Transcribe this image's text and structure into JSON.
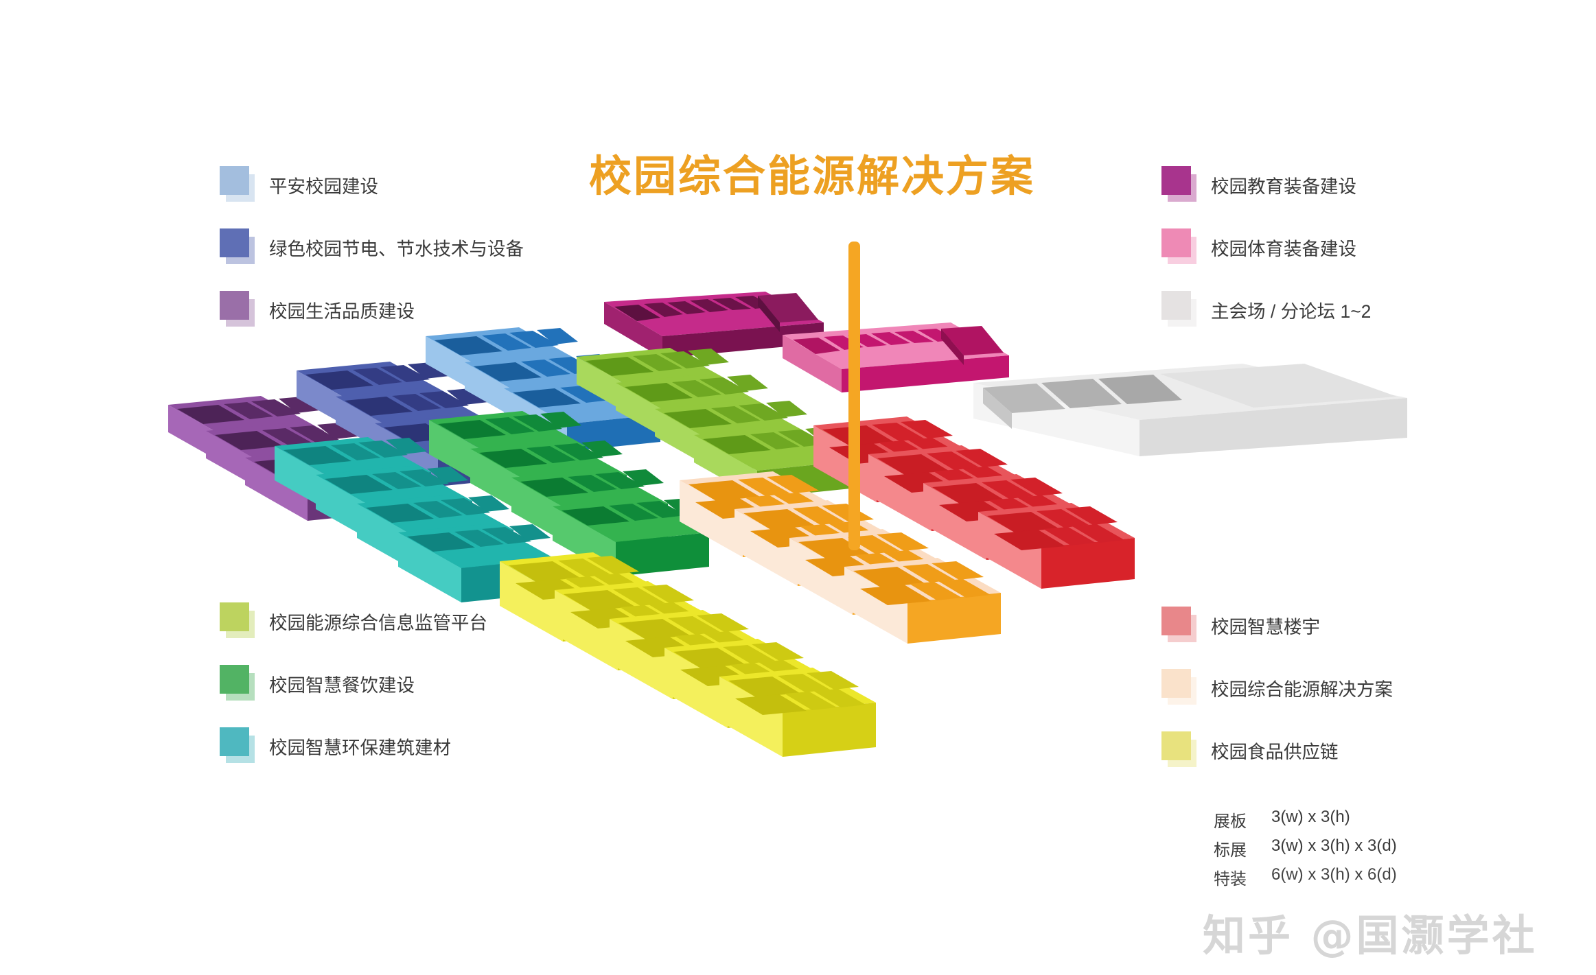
{
  "title": "校园综合能源解决方案",
  "title_color": "#eda022",
  "background": "#ffffff",
  "watermark": "知乎 @国灏学社",
  "legend_top_left": [
    {
      "label": "平安校园建设",
      "color": "#a3bede"
    },
    {
      "label": "绿色校园节电、节水技术与设备",
      "color": "#5f6fb5"
    },
    {
      "label": "校园生活品质建设",
      "color": "#9a6fa8"
    }
  ],
  "legend_top_right": [
    {
      "label": "校园教育装备建设",
      "color": "#a8348d"
    },
    {
      "label": "校园体育装备建设",
      "color": "#ee8ab5"
    },
    {
      "label": "主会场 / 分论坛 1~2",
      "color": "#e5e2e2"
    }
  ],
  "legend_bottom_left": [
    {
      "label": "校园能源综合信息监管平台",
      "color": "#bdd35f"
    },
    {
      "label": "校园智慧餐饮建设",
      "color": "#52b364"
    },
    {
      "label": "校园智慧环保建筑建材",
      "color": "#4fb8c0"
    }
  ],
  "legend_bottom_right": [
    {
      "label": "校园智慧楼宇",
      "color": "#e8878a"
    },
    {
      "label": "校园综合能源解决方案",
      "color": "#fae2cb"
    },
    {
      "label": "校园食品供应链",
      "color": "#e8e27e"
    }
  ],
  "specs": [
    {
      "key": "展板",
      "value": "3(w) x 3(h)"
    },
    {
      "key": "标展",
      "value": "3(w) x 3(h) x 3(d)"
    },
    {
      "key": "特装",
      "value": "6(w) x 3(h) x 6(d)"
    }
  ],
  "marker": {
    "name": "orange-pole",
    "color": "#f5a623"
  },
  "plan_rows": [
    {
      "name": "purple-row",
      "color": "#8e4fa0",
      "dark": "#4d2357",
      "blocks": 3
    },
    {
      "name": "blue-dark-row",
      "color": "#4e5fae",
      "dark": "#2c3476",
      "blocks": 3
    },
    {
      "name": "blue-light-row",
      "color": "#6aa8df",
      "dark": "#1f6fb5",
      "blocks": 3
    },
    {
      "name": "teal-row",
      "color": "#21b5ad",
      "dark": "#12938f",
      "blocks": 4
    },
    {
      "name": "green-row",
      "color": "#34b34f",
      "dark": "#0f8f3a",
      "blocks": 4
    },
    {
      "name": "lime-row",
      "color": "#93c83d",
      "dark": "#6aa61f",
      "blocks": 4
    },
    {
      "name": "magenta-strip",
      "color": "#c52b8a",
      "dark": "#7a1250",
      "blocks": 1
    },
    {
      "name": "pink-strip",
      "color": "#f086b8",
      "dark": "#c3166f",
      "blocks": 1
    },
    {
      "name": "red-row",
      "color": "#e8555b",
      "dark": "#d8232a",
      "blocks": 4
    },
    {
      "name": "yellow-row",
      "color": "#ece72a",
      "dark": "#d6d016",
      "blocks": 5
    },
    {
      "name": "cream-row",
      "color": "#fbdcc2",
      "dark": "#f5a623",
      "blocks": 4
    },
    {
      "name": "grey-hall",
      "color": "#ececec",
      "dark": "#b4b4b4",
      "blocks": 1
    }
  ]
}
